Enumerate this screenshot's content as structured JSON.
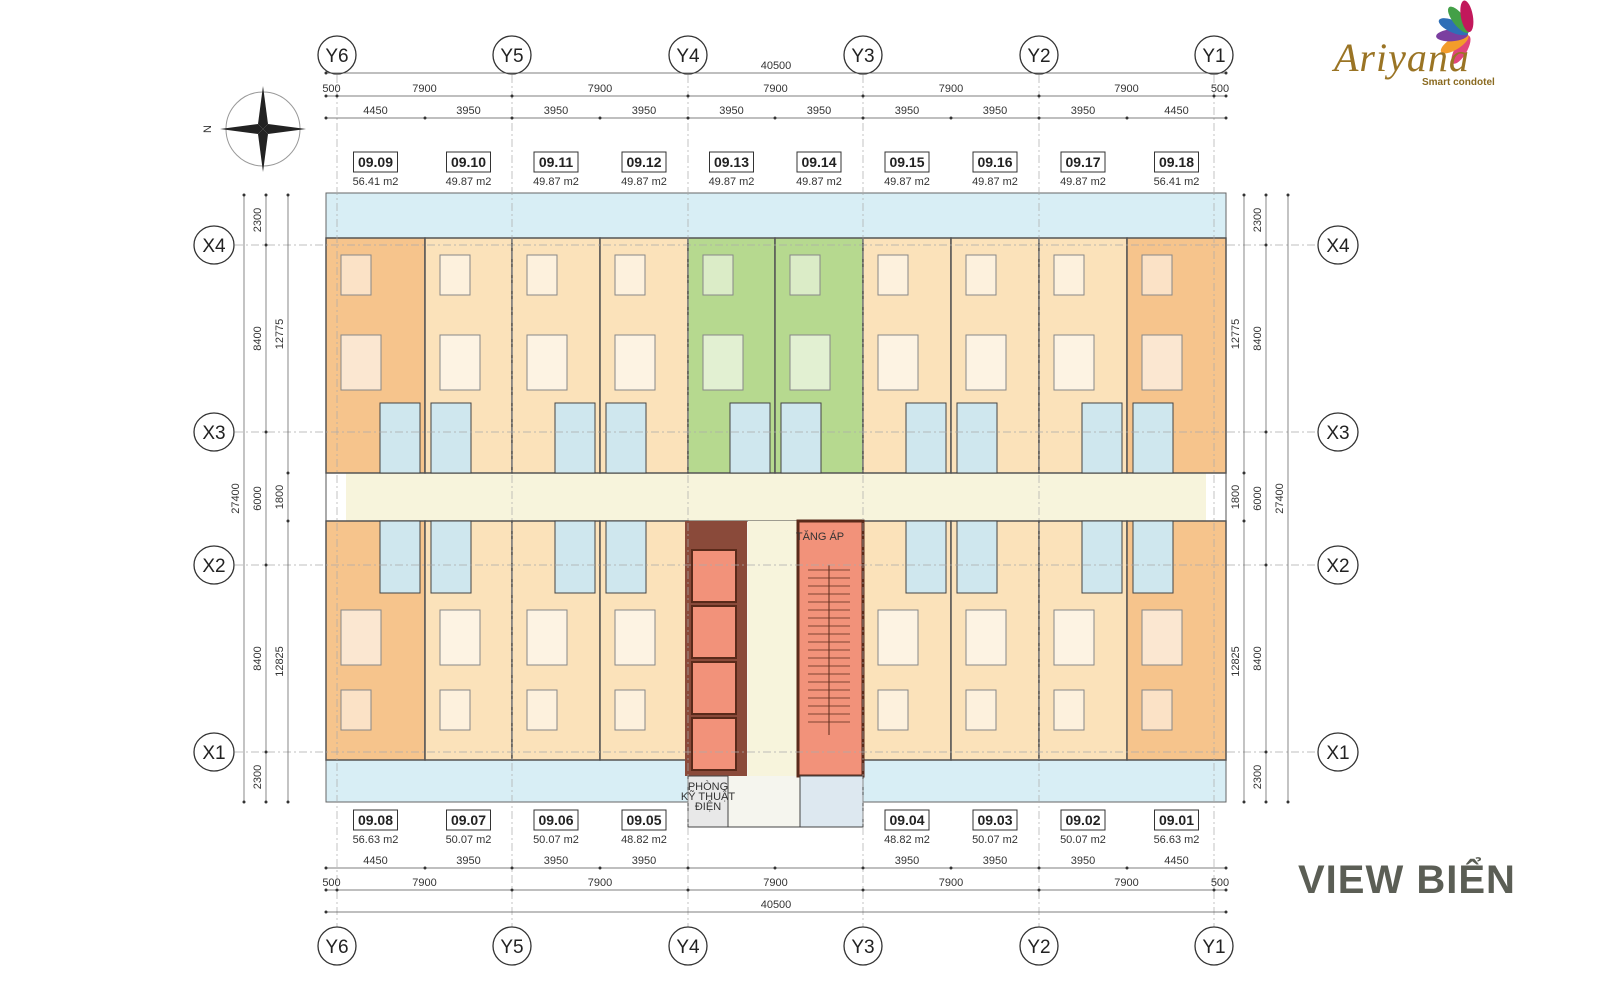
{
  "logo": {
    "name": "Ariyana",
    "tagline": "Smart condotel"
  },
  "view_label": "VIEW BIỂN",
  "compass": {
    "north_label": "N"
  },
  "grid_columns": [
    "Y6",
    "Y5",
    "Y4",
    "Y3",
    "Y2",
    "Y1"
  ],
  "grid_rows": [
    "X4",
    "X3",
    "X2",
    "X1"
  ],
  "dimensions": {
    "overall_width": "40500",
    "column_spans": [
      "500",
      "7900",
      "7900",
      "7900",
      "7900",
      "7900",
      "500"
    ],
    "top_unit_widths": [
      "4450",
      "3950",
      "3950",
      "3950",
      "3950",
      "3950",
      "3950",
      "3950",
      "3950",
      "4450"
    ],
    "bottom_unit_widths": [
      "4450",
      "3950",
      "3950",
      "3950",
      "3950",
      "3950",
      "3950",
      "4450"
    ],
    "row_spans": [
      "2300",
      "8400",
      "6000",
      "8400",
      "2300"
    ],
    "half_depths": [
      "12775",
      "1800",
      "12825"
    ],
    "overall_depth": "27400"
  },
  "units_top": [
    {
      "code": "09.09",
      "area": "56.41 m2"
    },
    {
      "code": "09.10",
      "area": "49.87 m2"
    },
    {
      "code": "09.11",
      "area": "49.87 m2"
    },
    {
      "code": "09.12",
      "area": "49.87 m2"
    },
    {
      "code": "09.13",
      "area": "49.87 m2"
    },
    {
      "code": "09.14",
      "area": "49.87 m2"
    },
    {
      "code": "09.15",
      "area": "49.87 m2"
    },
    {
      "code": "09.16",
      "area": "49.87 m2"
    },
    {
      "code": "09.17",
      "area": "49.87 m2"
    },
    {
      "code": "09.18",
      "area": "56.41 m2"
    }
  ],
  "units_bottom": [
    {
      "code": "09.08",
      "area": "56.63 m2"
    },
    {
      "code": "09.07",
      "area": "50.07 m2"
    },
    {
      "code": "09.06",
      "area": "50.07 m2"
    },
    {
      "code": "09.05",
      "area": "48.82 m2"
    },
    {
      "code": "09.04",
      "area": "48.82 m2"
    },
    {
      "code": "09.03",
      "area": "50.07 m2"
    },
    {
      "code": "09.02",
      "area": "50.07 m2"
    },
    {
      "code": "09.01",
      "area": "56.63 m2"
    }
  ],
  "core": {
    "pressurization_label": "TĂNG ÁP",
    "electrical_room_label": [
      "PHÒNG",
      "KỸ THUẬT",
      "ĐIỆN"
    ]
  },
  "colors": {
    "end_unit": "#f6c48c",
    "standard_unit": "#fbe2ba",
    "highlight_unit": "#b6d98f",
    "balcony": "#d8eef5",
    "bathroom": "#cfe7ee",
    "corridor": "#f7f4dc",
    "core": "#f2927a",
    "logo_gold": "#9a7424",
    "view_text": "#5b5e55"
  }
}
